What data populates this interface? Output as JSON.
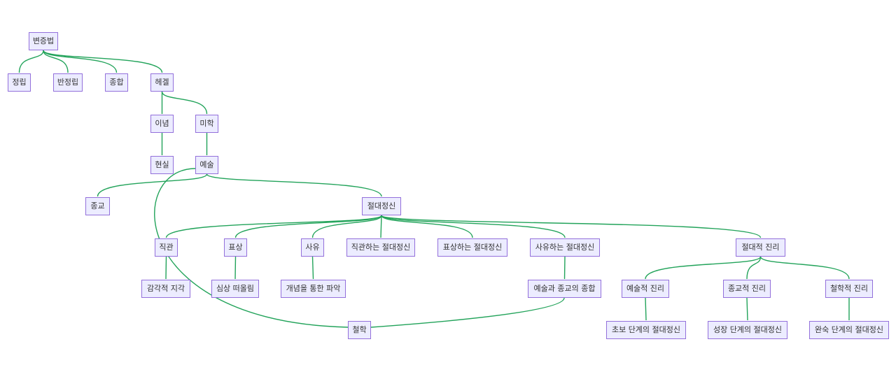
{
  "diagram": {
    "colors": {
      "edge": "#22a35a",
      "node_fill": "#ececff",
      "node_border": "#9370db",
      "text": "#333333"
    },
    "nodes": {
      "dialectic": "변증법",
      "thesis": "정립",
      "antithesis": "반정립",
      "synthesis": "종합",
      "hegel": "헤겔",
      "idea": "이념",
      "aesthetics": "미학",
      "reality": "현실",
      "art": "예술",
      "religion": "종교",
      "absolute_spirit": "절대정신",
      "intuition": "직관",
      "representation": "표상",
      "thought": "사유",
      "intuiting_spirit": "직관하는 절대정신",
      "representing_spirit": "표상하는 절대정신",
      "thinking_spirit": "사유하는 절대정신",
      "absolute_truth": "절대적 진리",
      "sensory_perception": "감각적 지각",
      "mental_image": "심상 떠올림",
      "conceptual_grasp": "개념을 통한 파악",
      "art_religion_synthesis": "예술과 종교의 종합",
      "artistic_truth": "예술적 진리",
      "religious_truth": "종교적 진리",
      "philosophical_truth": "철학적 진리",
      "philosophy": "철학",
      "initial_stage": "초보 단계의 절대정신",
      "growth_stage": "성장 단계의 절대정신",
      "mature_stage": "완숙 단계의 절대정신"
    },
    "edges": [
      [
        "dialectic",
        "thesis"
      ],
      [
        "dialectic",
        "antithesis"
      ],
      [
        "dialectic",
        "synthesis"
      ],
      [
        "dialectic",
        "hegel"
      ],
      [
        "hegel",
        "idea"
      ],
      [
        "hegel",
        "aesthetics"
      ],
      [
        "idea",
        "reality"
      ],
      [
        "aesthetics",
        "art"
      ],
      [
        "art",
        "religion"
      ],
      [
        "art",
        "absolute_spirit"
      ],
      [
        "art",
        "philosophy"
      ],
      [
        "absolute_spirit",
        "intuition"
      ],
      [
        "absolute_spirit",
        "representation"
      ],
      [
        "absolute_spirit",
        "thought"
      ],
      [
        "absolute_spirit",
        "intuiting_spirit"
      ],
      [
        "absolute_spirit",
        "representing_spirit"
      ],
      [
        "absolute_spirit",
        "thinking_spirit"
      ],
      [
        "absolute_spirit",
        "absolute_truth"
      ],
      [
        "intuition",
        "sensory_perception"
      ],
      [
        "representation",
        "mental_image"
      ],
      [
        "thought",
        "conceptual_grasp"
      ],
      [
        "thinking_spirit",
        "art_religion_synthesis"
      ],
      [
        "art_religion_synthesis",
        "philosophy"
      ],
      [
        "absolute_truth",
        "artistic_truth"
      ],
      [
        "absolute_truth",
        "religious_truth"
      ],
      [
        "absolute_truth",
        "philosophical_truth"
      ],
      [
        "artistic_truth",
        "initial_stage"
      ],
      [
        "religious_truth",
        "growth_stage"
      ],
      [
        "philosophical_truth",
        "mature_stage"
      ]
    ]
  }
}
